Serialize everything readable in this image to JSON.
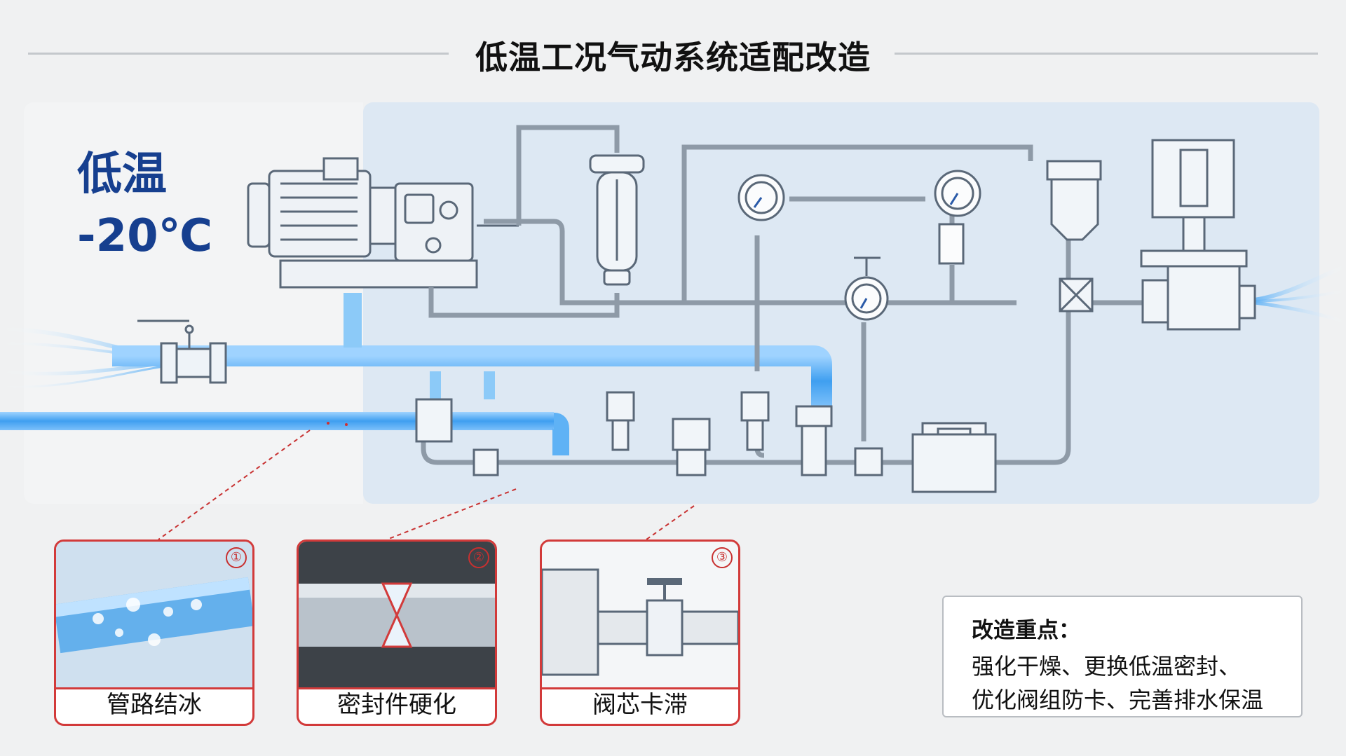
{
  "title": "低温工况气动系统适配改造",
  "temperature": {
    "label": "低温",
    "value": "-20℃"
  },
  "issues": [
    {
      "num": "①",
      "label": "管路结冰"
    },
    {
      "num": "②",
      "label": "密封件硬化"
    },
    {
      "num": "③",
      "label": "阀芯卡滞"
    }
  ],
  "note": {
    "heading": "改造重点：",
    "lines": [
      "强化干燥、更换低温密封、",
      "优化阀组防卡、完善排水保温"
    ]
  },
  "colors": {
    "title": "#111111",
    "temp": "#163f8f",
    "accent_red": "#d23a3a",
    "pipe_blue": "#4aa8ee"
  }
}
